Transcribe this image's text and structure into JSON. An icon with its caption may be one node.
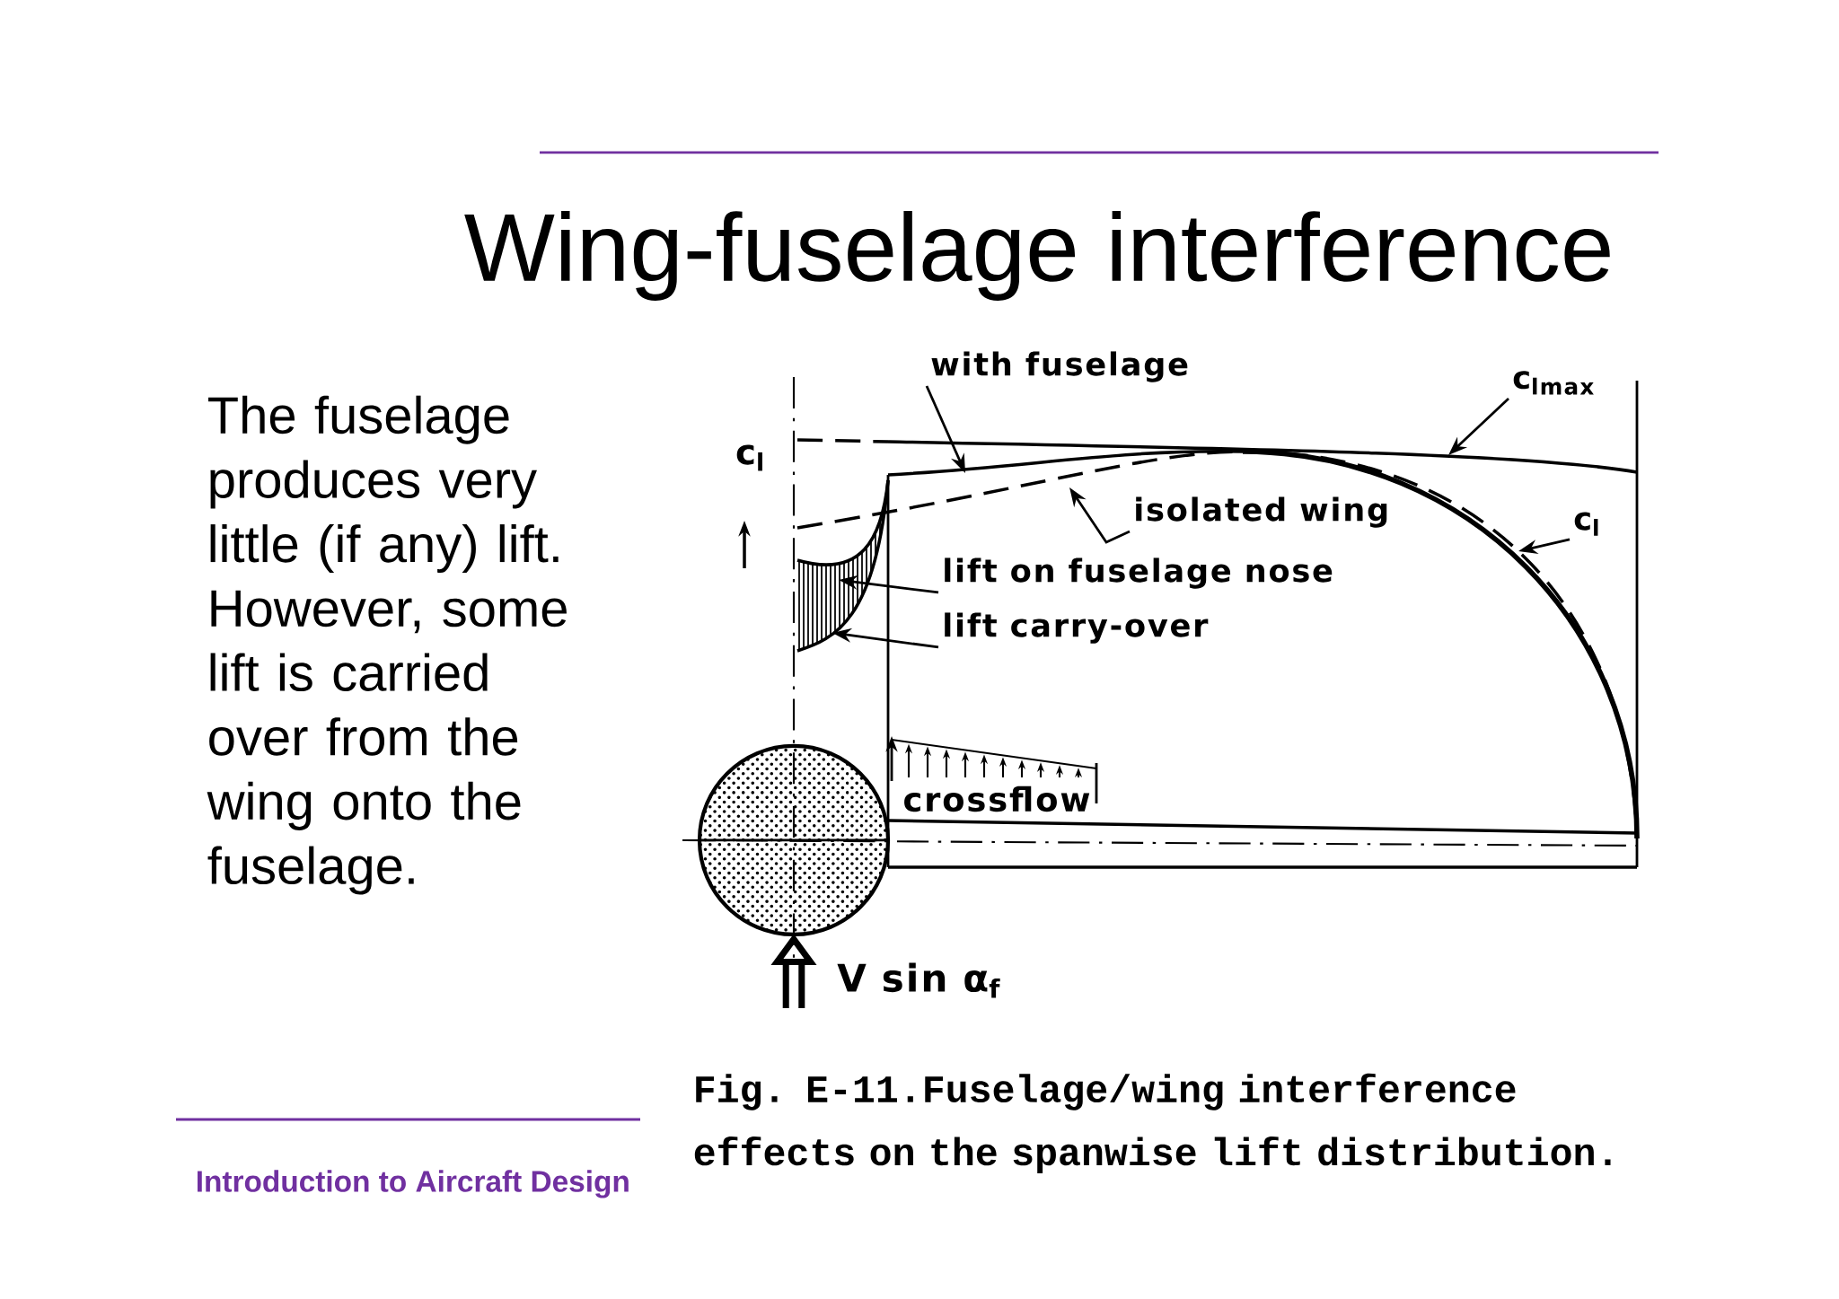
{
  "diagram": {
    "title": "Wing-fuselage interference",
    "caption": "Fig. E-11.Fuselage/wing interference effects on the spanwise lift distribution.",
    "nodes": [
      {
        "text": [
          "with fuselage"
        ]
      },
      {
        "text": [
          "c$_{lmax}$"
        ]
      },
      {
        "text": [
          "isolated wing"
        ]
      },
      {
        "text": [
          "c$_{l}$"
        ]
      },
      {
        "text": [
          "lift on fuselage nose"
        ]
      },
      {
        "text": [
          "lift carry-over"
        ]
      }
    ],
    "edges": [
      {
        "from": 0,
        "to": null,
        "arrow": "to"
      },
      {
        "from": 1,
        "to": null,
        "arrow": "to"
      },
      {
        "from": 2,
        "to": null,
        "arrow": "to"
      },
      {
        "from": 3,
        "to": null,
        "arrow": "to"
      },
      {
        "from": 4,
        "to": null,
        "arrow": "to"
      },
      {
        "from": 5,
        "to": null,
        "arrow": "to"
      }
    ],
    "labels": [
      "The fuselage produces very little (if any) lift. However, some lift is carried over from the wing onto the fuselage.",
      "c$_{l}$",
      "crossflow",
      "V sin α$_{f}$",
      "Introduction to Aircraft Design"
    ]
  }
}
